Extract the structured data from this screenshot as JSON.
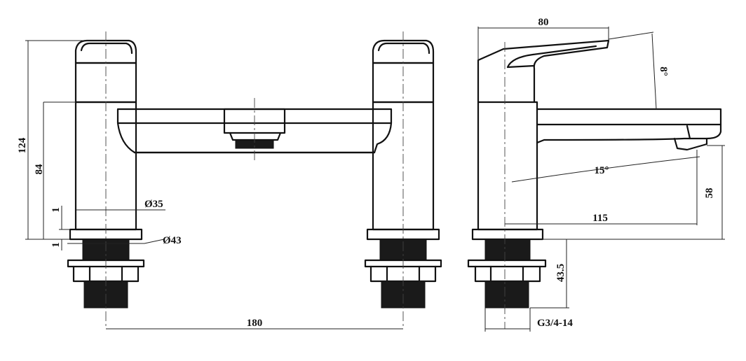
{
  "front_view": {
    "dim_height_total": "124",
    "dim_height_spout": "84",
    "dim_small_top": "1",
    "dim_small_bottom": "1",
    "dim_body_diameter": "Ø35",
    "dim_base_diameter": "Ø43",
    "dim_centres": "180"
  },
  "side_view": {
    "dim_width": "80",
    "dim_handle_angle": "8°",
    "dim_spout_angle": "15°",
    "dim_spout_height": "58",
    "dim_spout_reach": "115",
    "dim_shank_length": "43.5",
    "dim_thread": "G3/4-14"
  }
}
